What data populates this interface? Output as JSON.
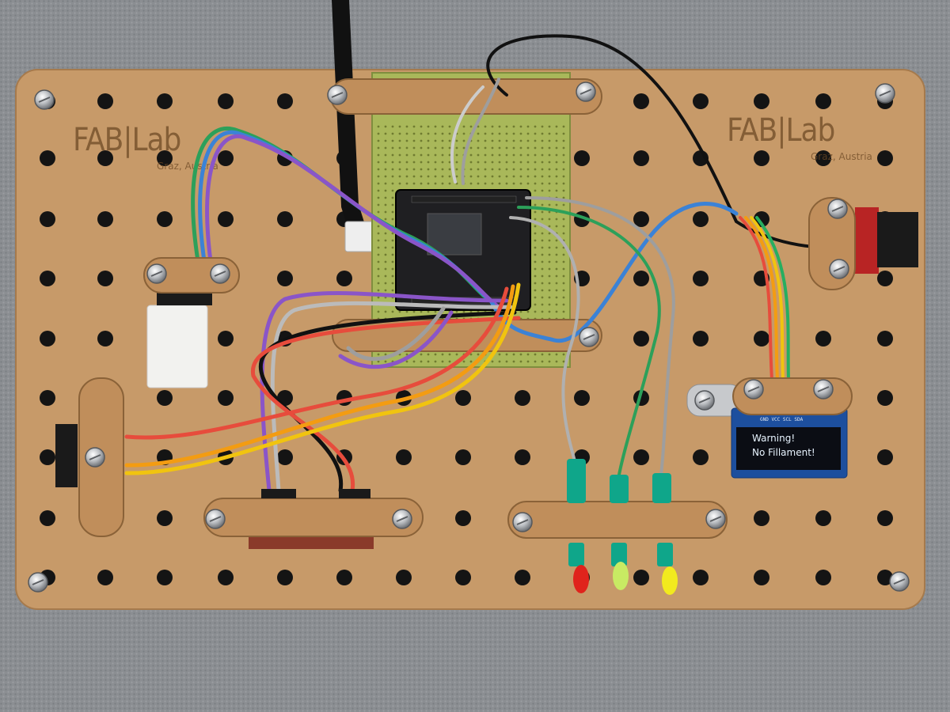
{
  "logos": [
    {
      "main": "FAB|Lab",
      "sub": "Graz, Austria"
    },
    {
      "main": "FAB|Lab",
      "sub": "Graz, Austria"
    }
  ],
  "oled": {
    "line1": "Warning!",
    "line2": "No Fillament!"
  },
  "colors": {
    "board": "#c79a69",
    "background": "#8a8d91",
    "perfboard": "#a9b85a",
    "mcu": "#1f1f22",
    "oled_pcb": "#1d4f9e",
    "led_red": "#e0231c",
    "led_green": "#c8ea63",
    "led_yellow": "#f2ea1e",
    "led_housing": "#0fa68a"
  }
}
